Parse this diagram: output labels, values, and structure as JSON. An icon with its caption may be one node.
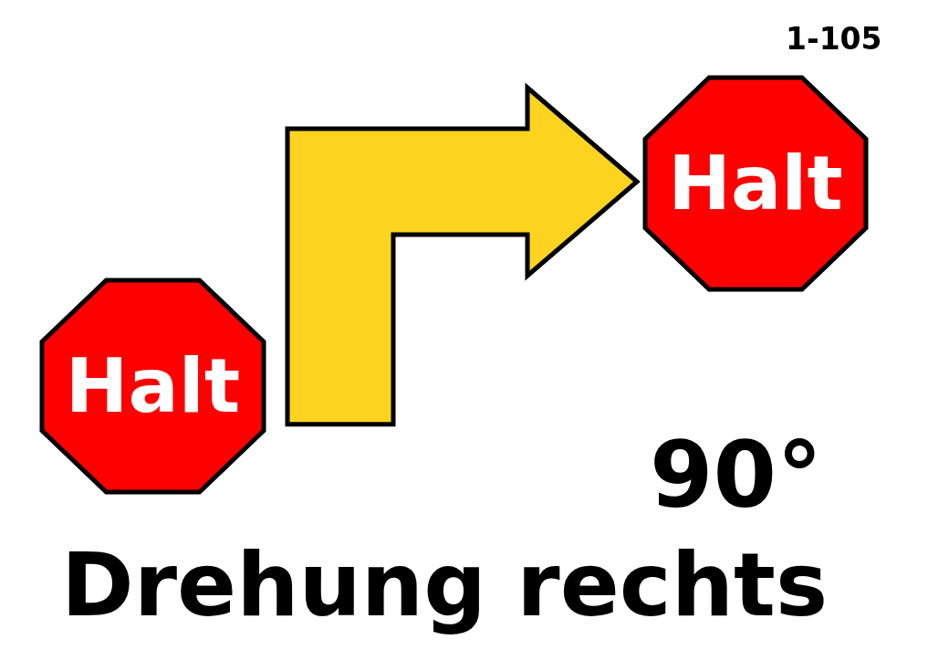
{
  "diagram": {
    "nodes": [
      {
        "text": [
          "Halt"
        ]
      },
      {
        "text": [
          "Halt"
        ]
      }
    ],
    "edges": [
      {
        "from": 0,
        "to": 1,
        "arrow": "to",
        "style": "thick",
        "color": "#fcd41f"
      }
    ],
    "labels": [
      "1-105",
      "90°",
      "Drehung rechts"
    ]
  }
}
